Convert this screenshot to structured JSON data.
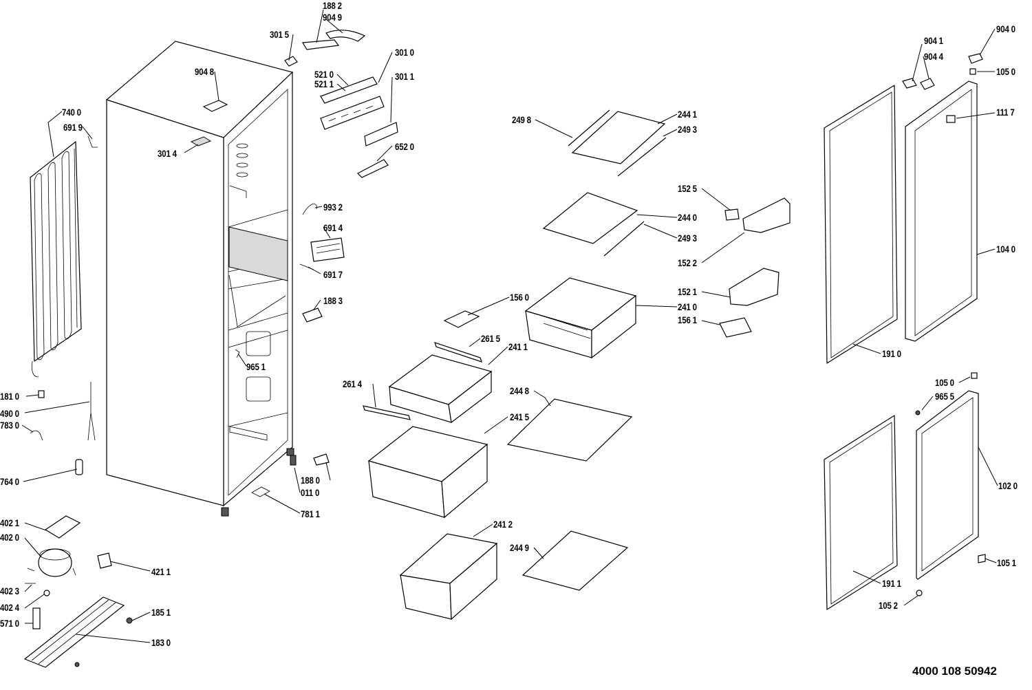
{
  "document_number": "4000 108 50942",
  "labels": [
    {
      "id": "l1",
      "text": "188 2"
    },
    {
      "id": "l2",
      "text": "904 9"
    },
    {
      "id": "l3",
      "text": "301 5"
    },
    {
      "id": "l4",
      "text": "301 0"
    },
    {
      "id": "l5",
      "text": "904 8"
    },
    {
      "id": "l6",
      "text": "521 0"
    },
    {
      "id": "l7",
      "text": "521 1"
    },
    {
      "id": "l8",
      "text": "301 1"
    },
    {
      "id": "l9",
      "text": "740 0"
    },
    {
      "id": "l10",
      "text": "691 9"
    },
    {
      "id": "l11",
      "text": "301 4"
    },
    {
      "id": "l12",
      "text": "652 0"
    },
    {
      "id": "l13",
      "text": "993 2"
    },
    {
      "id": "l14",
      "text": "691 4"
    },
    {
      "id": "l15",
      "text": "691 7"
    },
    {
      "id": "l16",
      "text": "188 3"
    },
    {
      "id": "l17",
      "text": "965 1"
    },
    {
      "id": "l18",
      "text": "181 0"
    },
    {
      "id": "l19",
      "text": "490 0"
    },
    {
      "id": "l20",
      "text": "783 0"
    },
    {
      "id": "l21",
      "text": "764 0"
    },
    {
      "id": "l22",
      "text": "188 0"
    },
    {
      "id": "l23",
      "text": "011 0"
    },
    {
      "id": "l24",
      "text": "781 1"
    },
    {
      "id": "l25",
      "text": "402 1"
    },
    {
      "id": "l26",
      "text": "402 0"
    },
    {
      "id": "l27",
      "text": "421 1"
    },
    {
      "id": "l28",
      "text": "402 3"
    },
    {
      "id": "l29",
      "text": "402 4"
    },
    {
      "id": "l30",
      "text": "185 1"
    },
    {
      "id": "l31",
      "text": "571 0"
    },
    {
      "id": "l32",
      "text": "183 0"
    },
    {
      "id": "l33",
      "text": "249 8"
    },
    {
      "id": "l34",
      "text": "244 1"
    },
    {
      "id": "l35",
      "text": "249 3"
    },
    {
      "id": "l36",
      "text": "152 5"
    },
    {
      "id": "l37",
      "text": "244 0"
    },
    {
      "id": "l38",
      "text": "249 3"
    },
    {
      "id": "l39",
      "text": "152 2"
    },
    {
      "id": "l40",
      "text": "152 1"
    },
    {
      "id": "l41",
      "text": "156 0"
    },
    {
      "id": "l42",
      "text": "241 0"
    },
    {
      "id": "l43",
      "text": "156 1"
    },
    {
      "id": "l44",
      "text": "261 5"
    },
    {
      "id": "l45",
      "text": "241 1"
    },
    {
      "id": "l46",
      "text": "261 4"
    },
    {
      "id": "l47",
      "text": "244 8"
    },
    {
      "id": "l48",
      "text": "241 5"
    },
    {
      "id": "l49",
      "text": "241 2"
    },
    {
      "id": "l50",
      "text": "244 9"
    },
    {
      "id": "l51",
      "text": "904 1"
    },
    {
      "id": "l52",
      "text": "904 0"
    },
    {
      "id": "l53",
      "text": "904 4"
    },
    {
      "id": "l54",
      "text": "105 0"
    },
    {
      "id": "l55",
      "text": "111 7"
    },
    {
      "id": "l56",
      "text": "104 0"
    },
    {
      "id": "l57",
      "text": "191 0"
    },
    {
      "id": "l58",
      "text": "105 0"
    },
    {
      "id": "l59",
      "text": "965 5"
    },
    {
      "id": "l60",
      "text": "102 0"
    },
    {
      "id": "l61",
      "text": "191 1"
    },
    {
      "id": "l62",
      "text": "105 1"
    },
    {
      "id": "l63",
      "text": "105 2"
    }
  ]
}
